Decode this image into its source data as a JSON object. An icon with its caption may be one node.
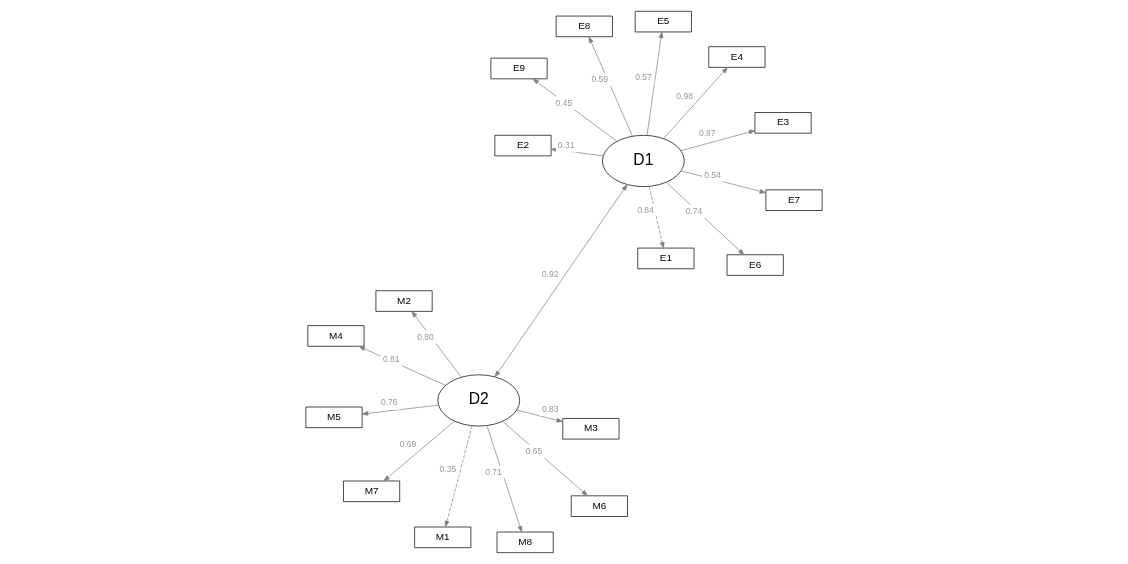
{
  "diagram": {
    "nodes": [
      {
        "text": [
          "D2"
        ]
      },
      {
        "text": [
          "D1"
        ]
      },
      {
        "text": [
          "M1"
        ]
      },
      {
        "text": [
          "M2"
        ]
      },
      {
        "text": [
          "M3"
        ]
      },
      {
        "text": [
          "M4"
        ]
      },
      {
        "text": [
          "M5"
        ]
      },
      {
        "text": [
          "M6"
        ]
      },
      {
        "text": [
          "M7"
        ]
      },
      {
        "text": [
          "M8"
        ]
      },
      {
        "text": [
          "E1"
        ]
      },
      {
        "text": [
          "E2"
        ]
      },
      {
        "text": [
          "E3"
        ]
      },
      {
        "text": [
          "E4"
        ]
      },
      {
        "text": [
          "E5"
        ]
      },
      {
        "text": [
          "E6"
        ]
      },
      {
        "text": [
          "E7"
        ]
      },
      {
        "text": [
          "E8"
        ]
      },
      {
        "text": [
          "E9"
        ]
      }
    ],
    "edges": [
      {
        "from": 0,
        "to": 1,
        "arrow": "both",
        "label": "0.92"
      },
      {
        "from": 0,
        "to": 2,
        "arrow": "to",
        "label": "0.35",
        "style": "dashed"
      },
      {
        "from": 0,
        "to": 3,
        "arrow": "to",
        "label": "0.80"
      },
      {
        "from": 0,
        "to": 4,
        "arrow": "to",
        "label": "0.83"
      },
      {
        "from": 0,
        "to": 5,
        "arrow": "to",
        "label": "0.81"
      },
      {
        "from": 0,
        "to": 6,
        "arrow": "to",
        "label": "0.76"
      },
      {
        "from": 0,
        "to": 7,
        "arrow": "to",
        "label": "0.65"
      },
      {
        "from": 0,
        "to": 8,
        "arrow": "to",
        "label": "0.69"
      },
      {
        "from": 0,
        "to": 9,
        "arrow": "to",
        "label": "0.71"
      },
      {
        "from": 1,
        "to": 10,
        "arrow": "to",
        "label": "0.84",
        "style": "dashed"
      },
      {
        "from": 1,
        "to": 11,
        "arrow": "to",
        "label": "0.31"
      },
      {
        "from": 1,
        "to": 12,
        "arrow": "to",
        "label": "0.87"
      },
      {
        "from": 1,
        "to": 13,
        "arrow": "to",
        "label": "0.98"
      },
      {
        "from": 1,
        "to": 14,
        "arrow": "to",
        "label": "0.57"
      },
      {
        "from": 1,
        "to": 15,
        "arrow": "to",
        "label": "0.74"
      },
      {
        "from": 1,
        "to": 16,
        "arrow": "to",
        "label": "0.54"
      },
      {
        "from": 1,
        "to": 17,
        "arrow": "to",
        "label": "0.59"
      },
      {
        "from": 1,
        "to": 18,
        "arrow": "to",
        "label": "0.45"
      }
    ]
  }
}
